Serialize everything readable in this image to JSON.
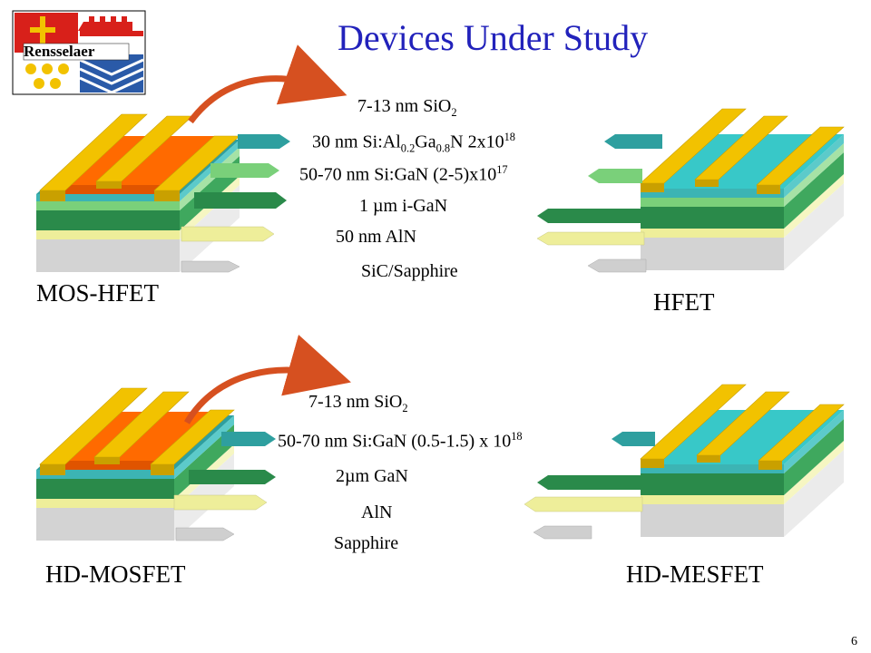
{
  "slide": {
    "title": "Devices Under Study",
    "page_number": "6",
    "logo_text": "Rensselaer"
  },
  "top_stack": {
    "layers": [
      {
        "value": "7-13 nm SiO",
        "sub": "2"
      },
      {
        "value": "30 nm Si:Al",
        "sub1": "0.2",
        "mid": "Ga",
        "sub2": "0.8",
        "tail": "N 2x10",
        "sup": "18"
      },
      {
        "value": "50-70 nm Si:GaN (2-5)x10",
        "sup": "17"
      },
      {
        "value": "1 µm  i-GaN"
      },
      {
        "value": "50 nm  AlN"
      },
      {
        "value": "SiC/Sapphire"
      }
    ]
  },
  "bottom_stack": {
    "layers": [
      {
        "value": "7-13 nm SiO",
        "sub": "2"
      },
      {
        "value": "50-70 nm Si:GaN (0.5-1.5) x 10",
        "sup": "18"
      },
      {
        "value": "2µm GaN"
      },
      {
        "value": "AlN"
      },
      {
        "value": "Sapphire"
      }
    ]
  },
  "devices": {
    "top_left": "MOS-HFET",
    "top_right": "HFET",
    "bottom_left": "HD-MOSFET",
    "bottom_right": "HD-MESFET"
  },
  "colors": {
    "title": "#2222bb",
    "gate_gold": "#f2c200",
    "oxide_orange": "#ff6a00",
    "algan_teal": "#3cb4b4",
    "gan_doped_light_green": "#7ad07a",
    "gan_dark_green": "#2a8a4a",
    "aln_pale_yellow": "#eeee9a",
    "substrate_grey": "#cfcfcf",
    "curved_arrow": "#d65020"
  }
}
